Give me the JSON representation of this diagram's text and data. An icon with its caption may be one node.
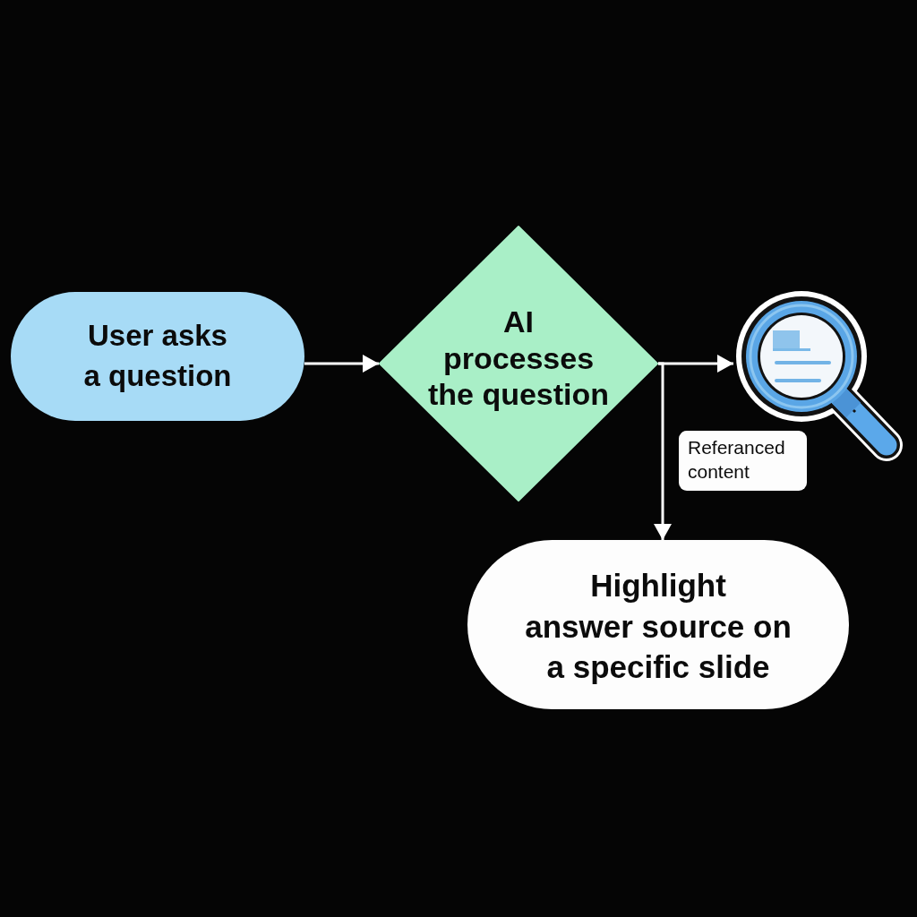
{
  "diagram": {
    "nodes": [
      {
        "text": [
          "User asks a question"
        ]
      },
      {
        "text": [
          "AI processes the question"
        ]
      },
      {
        "text": [],
        "shape": "picture"
      },
      {
        "text": [
          "Referanced content"
        ]
      },
      {
        "text": [
          "Highlight answer source on a specific slide"
        ]
      }
    ],
    "edges": [
      {
        "from": 0,
        "to": 1,
        "arrow": "to"
      },
      {
        "from": 1,
        "to": 2,
        "arrow": "to"
      },
      {
        "from": 1,
        "to": 4,
        "arrow": "to"
      }
    ]
  }
}
